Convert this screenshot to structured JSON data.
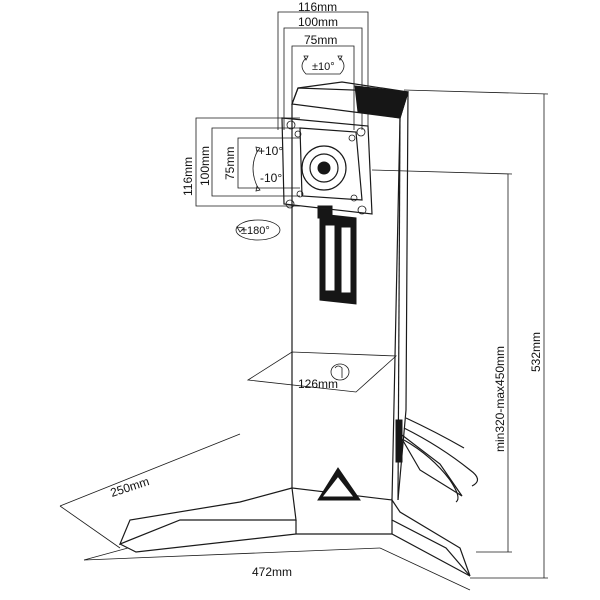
{
  "diagram": {
    "dimensions": {
      "top_width_outer": "116mm",
      "top_width_mid": "100mm",
      "top_width_inner": "75mm",
      "side_height_outer": "116mm",
      "side_height_mid": "100mm",
      "side_height_inner": "75mm",
      "column_depth": "126mm",
      "base_depth": "250mm",
      "base_width": "472mm",
      "height_range": "min320-max450mm",
      "total_height": "532mm"
    },
    "rotations": {
      "swivel": "±10°",
      "tilt_up": "+10°",
      "tilt_down": "-10°",
      "rotate": "±180°"
    }
  }
}
